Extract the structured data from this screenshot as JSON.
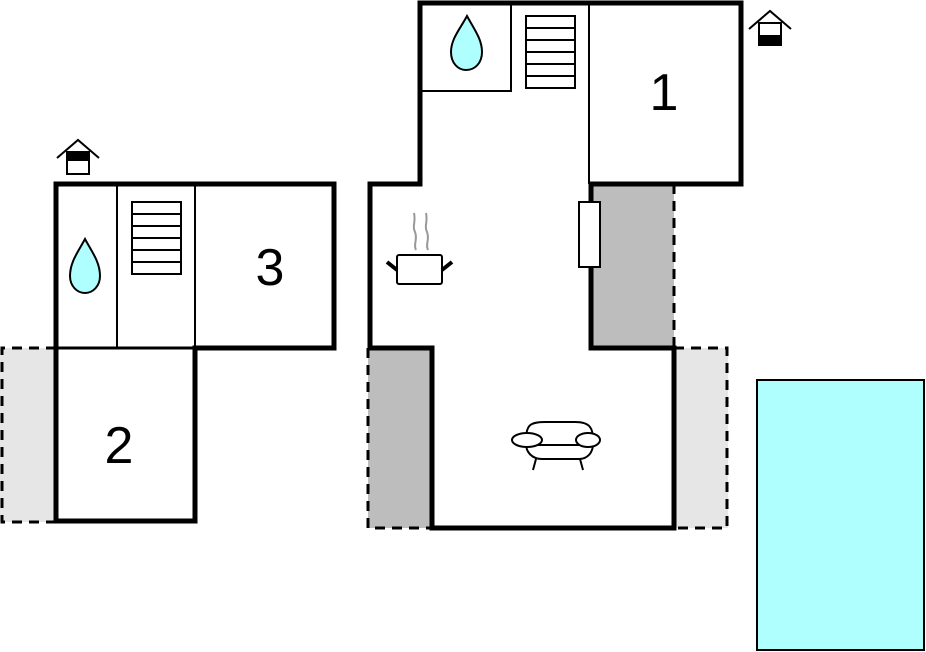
{
  "diagram": {
    "type": "floor plan",
    "colors": {
      "wall": "#000000",
      "terrace_dark": "#bdbdbd",
      "terrace_light": "#e6e6e6",
      "water": "#b0ffff",
      "background": "#ffffff",
      "steam": "#999999"
    },
    "left_building": {
      "entrance_icon": "house-entrance-icon",
      "rooms": [
        {
          "id": "bathroom",
          "icon": "water-drop-icon"
        },
        {
          "id": "stairs",
          "icon": "stairs-icon"
        },
        {
          "id": "bedroom-3",
          "label": "3"
        },
        {
          "id": "bedroom-2",
          "label": "2"
        }
      ],
      "terraces": [
        {
          "id": "terrace-left",
          "shade": "light"
        }
      ]
    },
    "right_building": {
      "entrance_icon": "house-entrance-icon",
      "rooms": [
        {
          "id": "bathroom",
          "icon": "water-drop-icon"
        },
        {
          "id": "stairs",
          "icon": "stairs-icon"
        },
        {
          "id": "bedroom-1",
          "label": "1"
        },
        {
          "id": "kitchen",
          "icon": "cooking-pot-icon"
        },
        {
          "id": "living-room",
          "icon": "sofa-icon"
        },
        {
          "id": "fireplace",
          "icon": "fireplace-icon"
        }
      ],
      "terraces": [
        {
          "id": "terrace-upper-right",
          "shade": "dark"
        },
        {
          "id": "terrace-lower-left",
          "shade": "dark"
        },
        {
          "id": "terrace-lower-right",
          "shade": "light"
        }
      ]
    },
    "pool": {
      "id": "swimming-pool",
      "icon": "pool"
    }
  }
}
